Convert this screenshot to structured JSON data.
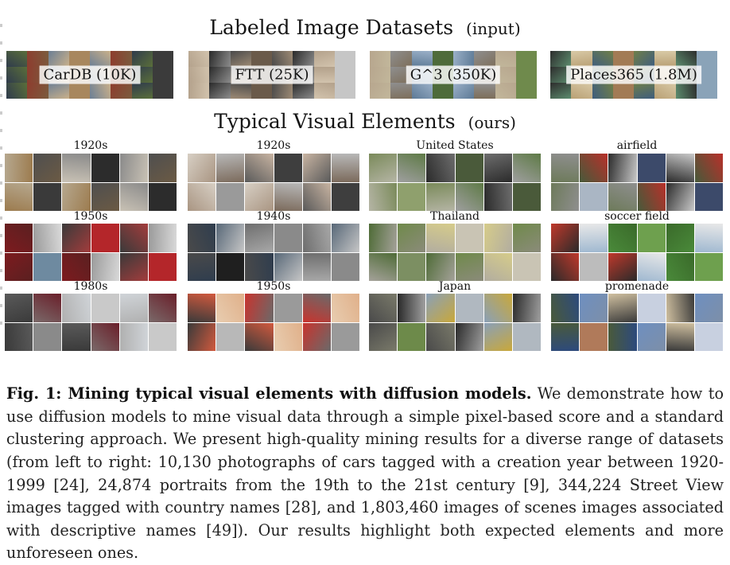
{
  "header_datasets": {
    "title": "Labeled Image Datasets",
    "suffix": "(input)"
  },
  "header_elements": {
    "title": "Typical Visual Elements",
    "suffix": "(ours)"
  },
  "datasets": [
    {
      "label": "CarDB (10K)",
      "palette": [
        "#7a5c3e",
        "#2f3b4c",
        "#a8875e",
        "#5a6e3a",
        "#8e3c2e",
        "#c9b08a",
        "#3b3b3b",
        "#6c7f95"
      ]
    },
    {
      "label": "FTT (25K)",
      "palette": [
        "#4a4a4a",
        "#8c8c8c",
        "#b3a18b",
        "#6a5a4a",
        "#d2c3ad",
        "#2a2a2a",
        "#9d8a74",
        "#c6c6c6"
      ]
    },
    {
      "label": "G^3 (350K)",
      "palette": [
        "#6f8a4c",
        "#9bb0c8",
        "#7d6e5a",
        "#b7a68e",
        "#4e6b3a",
        "#c2b79b",
        "#8f8f8f",
        "#5d7a96"
      ]
    },
    {
      "label": "Places365 (1.8M)",
      "palette": [
        "#3f5d7d",
        "#8aa3b8",
        "#6f7f49",
        "#b9a074",
        "#2d2d2d",
        "#a27b55",
        "#5c8c6e",
        "#d8c9a6"
      ]
    }
  ],
  "categories": [
    {
      "label": "1920s",
      "palette": [
        "#3a3a3a",
        "#8a8a8a",
        "#6b5a44",
        "#b6a88f",
        "#2c2c2c",
        "#9c7b4e",
        "#4f4f4f",
        "#c9c2b5"
      ]
    },
    {
      "label": "1920s",
      "palette": [
        "#5a5a5a",
        "#9a9a9a",
        "#c8b4a2",
        "#7b6a5b",
        "#d7cfc4",
        "#3e3e3e",
        "#a99582",
        "#b8b8b8"
      ]
    },
    {
      "label": "United States",
      "palette": [
        "#5e7a46",
        "#2b2b2b",
        "#8fa06d",
        "#6d6d6d",
        "#9f9f9f",
        "#7a8a5a",
        "#4a5a3a",
        "#b5b5a5"
      ]
    },
    {
      "label": "airfield",
      "palette": [
        "#6d7a5a",
        "#b8302a",
        "#2b2b2b",
        "#aab6c4",
        "#c9c9c9",
        "#465a3a",
        "#8f8f8f",
        "#3c4a6a"
      ]
    },
    {
      "label": "1950s",
      "palette": [
        "#b4262a",
        "#7d1b1f",
        "#d9d9d9",
        "#3a3a3a",
        "#6e8aa0",
        "#a33c3c",
        "#9a9a9a",
        "#5a2020"
      ]
    },
    {
      "label": "1940s",
      "palette": [
        "#2f3d4e",
        "#8a8a8a",
        "#4a4a4a",
        "#c6c6c6",
        "#6e6e6e",
        "#1f1f1f",
        "#a8a8a8",
        "#586878"
      ]
    },
    {
      "label": "Thailand",
      "palette": [
        "#6f8a4a",
        "#a5a29a",
        "#c9c4b4",
        "#4e6b36",
        "#8b8b7a",
        "#d6cc8a",
        "#7c8f62",
        "#b2ada0"
      ]
    },
    {
      "label": "soccer field",
      "palette": [
        "#4a8a3a",
        "#e8e8e8",
        "#2a2a2a",
        "#6ea04e",
        "#c0392b",
        "#9fb8d0",
        "#3a6a2a",
        "#bcbcbc"
      ]
    },
    {
      "label": "1980s",
      "palette": [
        "#8a8a8a",
        "#b0b0b0",
        "#6a1f2a",
        "#3a3a3a",
        "#c9c9c9",
        "#5a5a5a",
        "#7a6a6a",
        "#d0d4d8"
      ]
    },
    {
      "label": "1950s",
      "palette": [
        "#6a6a6a",
        "#b8b8b8",
        "#c8342e",
        "#e0b08a",
        "#3a3a3a",
        "#9a9a9a",
        "#d25a3e",
        "#e8cdb0"
      ]
    },
    {
      "label": "Japan",
      "palette": [
        "#2a2a2a",
        "#c9a83a",
        "#6d8a4a",
        "#8aa0b8",
        "#a0a0a0",
        "#4a4a4a",
        "#b0b8c0",
        "#7a7a6a"
      ]
    },
    {
      "label": "promenade",
      "palette": [
        "#2d4a7d",
        "#6e8fc0",
        "#3a3a3a",
        "#b07a5a",
        "#d0c0a0",
        "#7d8fa8",
        "#4a5a3a",
        "#c8d0e0"
      ]
    }
  ],
  "caption": {
    "bold": "Fig. 1: Mining typical visual elements with diffusion models.",
    "text": " We demonstrate how to use diffusion models to mine visual data through a simple pixel-based score and a standard clustering approach. We present high-quality mining results for a diverse range of datasets (from left to right: 10,130 photographs of cars tagged with a creation year between 1920-1999 [24], 24,874 portraits from the 19th to the 21st century [9], 344,224 Street View images tagged with country names [28], and 1,803,460 images of scenes images associated with descriptive names [49]). Our results highlight both expected elements and more unforeseen ones."
  }
}
